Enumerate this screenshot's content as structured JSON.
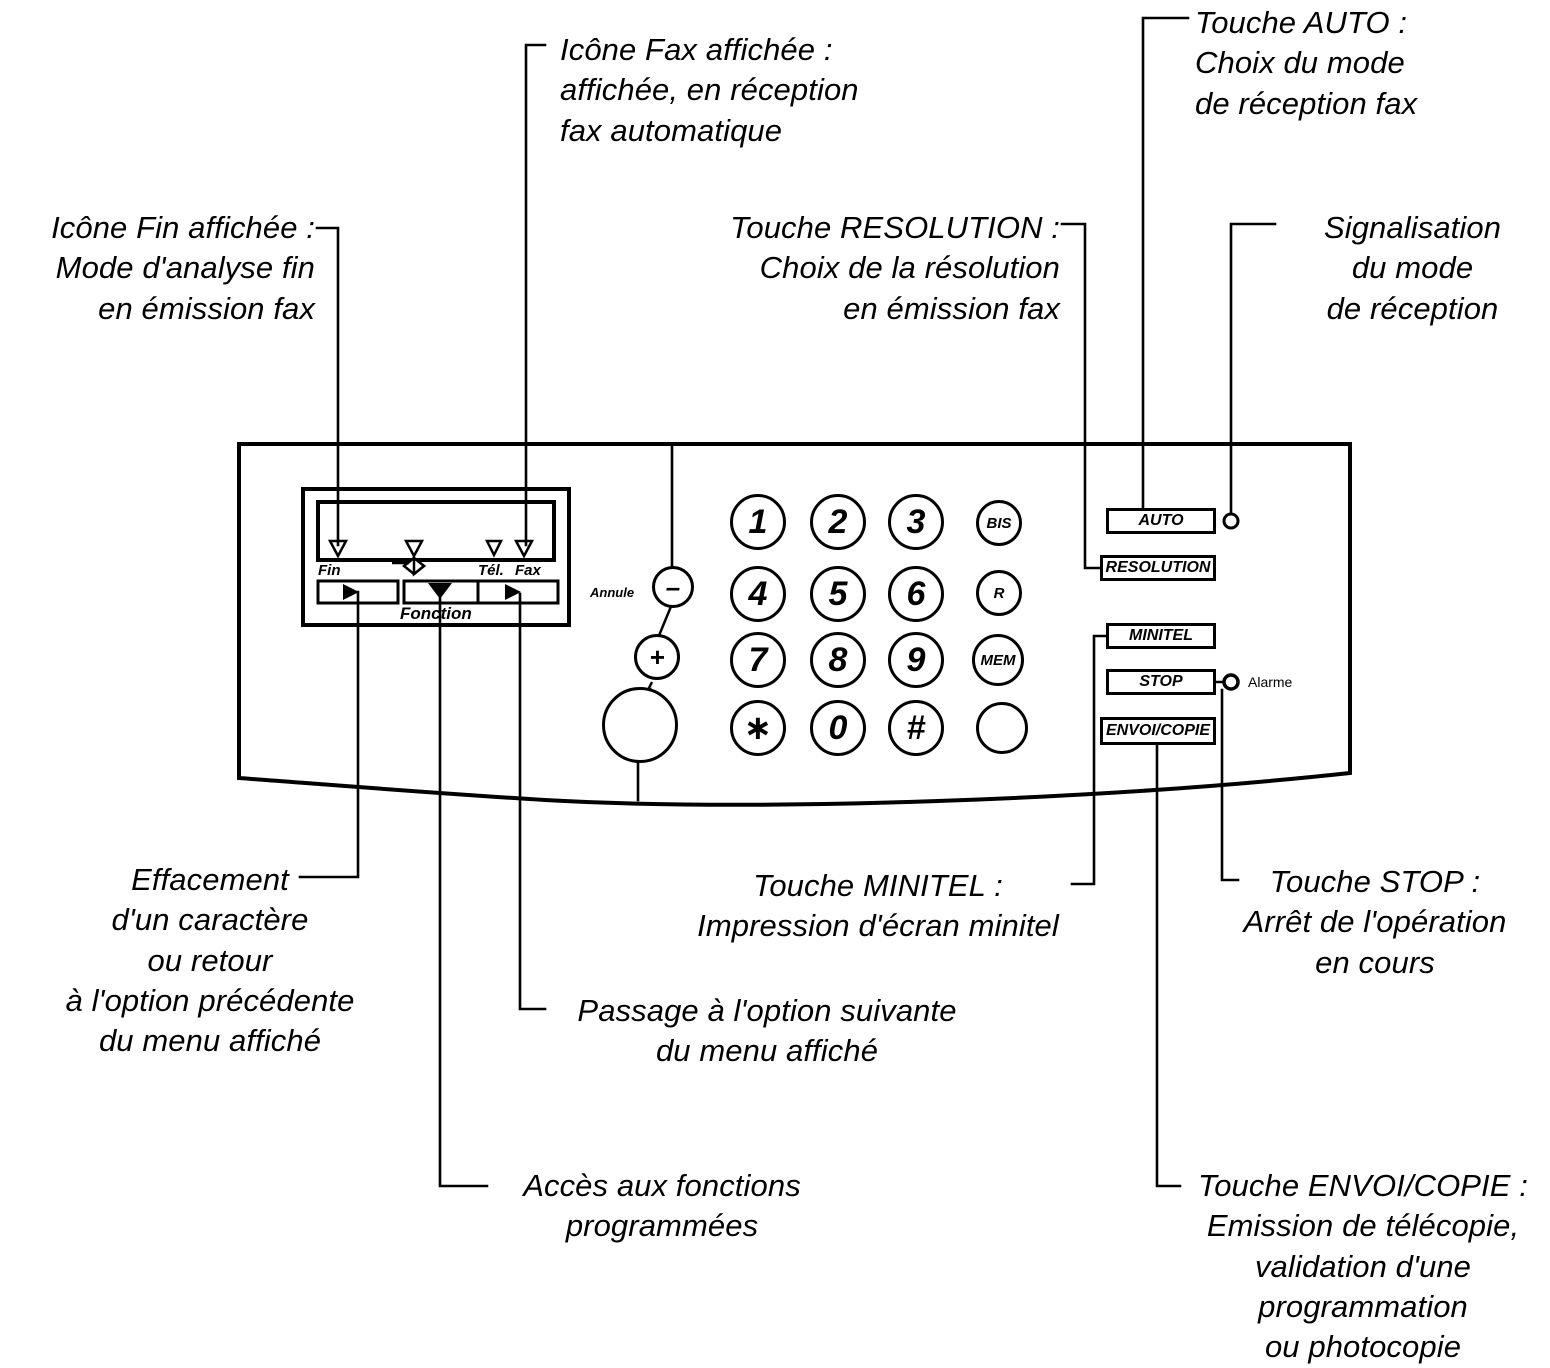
{
  "figure": {
    "kind": "fax-machine-control-panel-diagram",
    "language": "fr"
  },
  "annotations": [
    {
      "id": "icone-fin",
      "lines": "Icône Fin affichée :\nMode d'analyse fin\nen émission fax"
    },
    {
      "id": "icone-fax",
      "lines": "Icône Fax affichée :\naffichée, en réception\nfax automatique"
    },
    {
      "id": "touche-auto",
      "lines": "Touche AUTO :\nChoix du mode\nde réception fax"
    },
    {
      "id": "touche-resolution",
      "lines": "Touche RESOLUTION :\nChoix de la résolution\nen émission fax"
    },
    {
      "id": "signalisation",
      "lines": "Signalisation\ndu mode\nde réception"
    },
    {
      "id": "effacement",
      "lines": "Effacement\nd'un caractère\nou retour\nà l'option précédente\ndu menu affiché"
    },
    {
      "id": "touche-minitel",
      "lines": "Touche MINITEL :\nImpression d'écran minitel"
    },
    {
      "id": "touche-stop",
      "lines": "Touche STOP :\nArrêt de l'opération\nen cours"
    },
    {
      "id": "passage-option",
      "lines": "Passage à l'option suivante\ndu menu affiché"
    },
    {
      "id": "acces-fonctions",
      "lines": "Accès aux fonctions\nprogrammées"
    },
    {
      "id": "touche-envoi-copie",
      "lines": "Touche ENVOI/COPIE :\nEmission de télécopie,\nvalidation d'une\nprogrammation\nou photocopie"
    }
  ],
  "panel": {
    "display": {
      "tick_labels": {
        "fin": "Fin",
        "tel": "Tél.",
        "fax": "Fax"
      },
      "fonction_label": "Fonction"
    },
    "annule_label": "Annule",
    "alarme_label": "Alarme",
    "round_keys": [
      {
        "id": "minus",
        "label": "–"
      },
      {
        "id": "plus",
        "label": "+"
      },
      {
        "id": "speaker",
        "label": ""
      }
    ],
    "keypad": [
      {
        "id": "key-1",
        "label": "1"
      },
      {
        "id": "key-2",
        "label": "2"
      },
      {
        "id": "key-3",
        "label": "3"
      },
      {
        "id": "key-bis",
        "label": "BIS"
      },
      {
        "id": "key-4",
        "label": "4"
      },
      {
        "id": "key-5",
        "label": "5"
      },
      {
        "id": "key-6",
        "label": "6"
      },
      {
        "id": "key-r",
        "label": "R"
      },
      {
        "id": "key-7",
        "label": "7"
      },
      {
        "id": "key-8",
        "label": "8"
      },
      {
        "id": "key-9",
        "label": "9"
      },
      {
        "id": "key-mem",
        "label": "MEM"
      },
      {
        "id": "key-star",
        "label": "∗"
      },
      {
        "id": "key-0",
        "label": "0"
      },
      {
        "id": "key-hash",
        "label": "#"
      },
      {
        "id": "key-pause",
        "label": ""
      }
    ],
    "rect_buttons": [
      {
        "id": "auto",
        "label": "AUTO"
      },
      {
        "id": "resolution",
        "label": "RESOLUTION"
      },
      {
        "id": "minitel",
        "label": "MINITEL"
      },
      {
        "id": "stop",
        "label": "STOP"
      },
      {
        "id": "envoi-copie",
        "label": "ENVOI/COPIE"
      }
    ]
  },
  "colors": {
    "ink": "#000000",
    "paper": "#ffffff"
  }
}
